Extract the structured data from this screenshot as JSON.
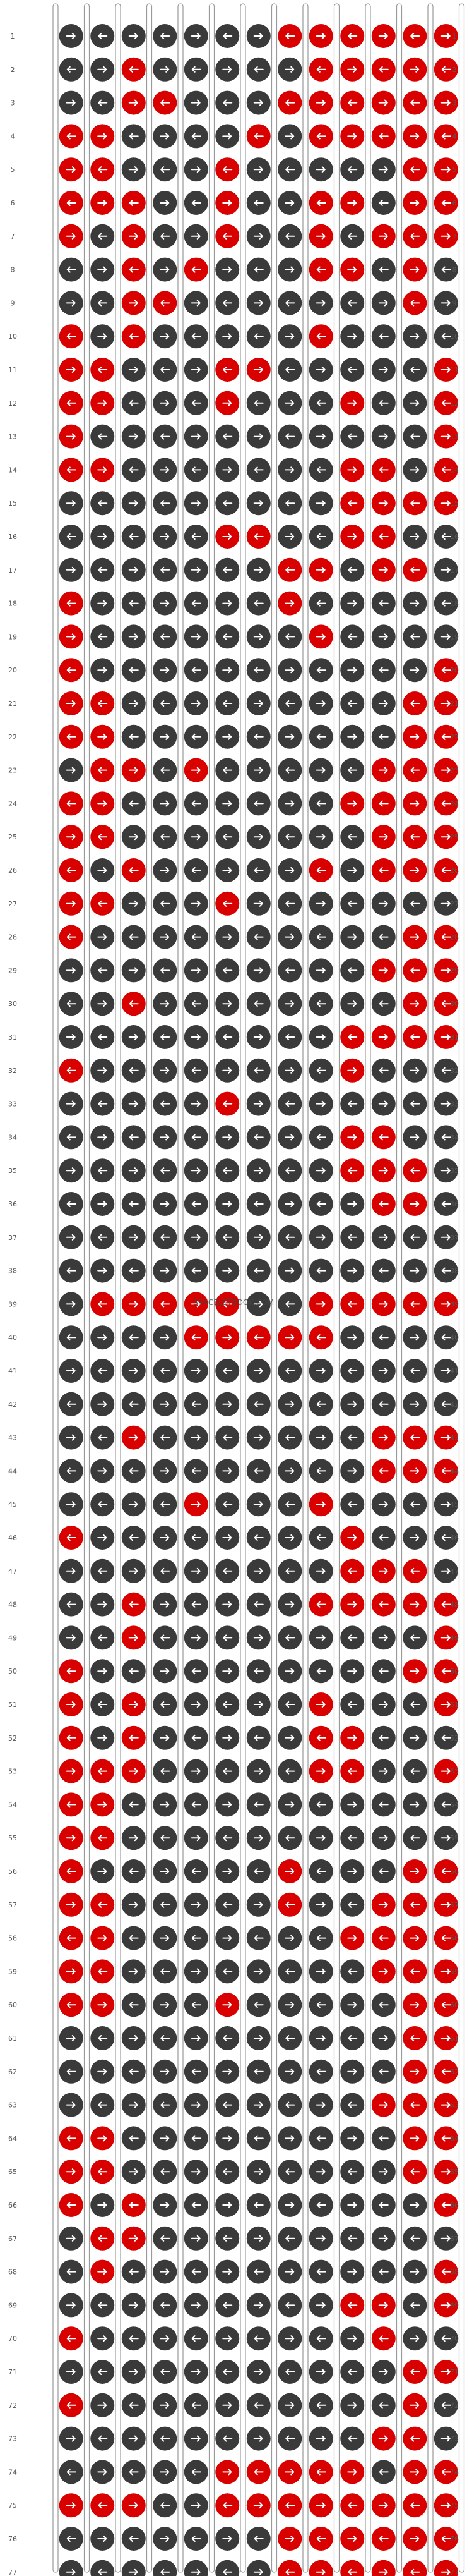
{
  "watermark": "BRACELETBOOK.COM",
  "colors": {
    "background": "#ffffff",
    "dark": "#3a3a3a",
    "red": "#d90000",
    "strand_edge": "#9a9a9a",
    "strand_fill": "#ffffff",
    "row_number": "#555555"
  },
  "strand_count": 14,
  "knot_columns": 13,
  "rows": 77,
  "pattern": [
    "DDDDDDDRRRRRR",
    "DDRDDDDDRRRRR",
    "DDRRDDDRRRRRR",
    "RRDDDDRDRRRRR",
    "RRDDDRDDDDDRR",
    "RRRDDRDDRRDRR",
    "RDRDDRDDRDRRR",
    "DDRDRDDDRRDRD",
    "DDRRDDDDDDDRD",
    "RDRDDDDDRDDDD",
    "RRDDDRRDDDDDR",
    "RRDDDRDDDRDDR",
    "RDDDDDDDDDDDR",
    "RRDDDDDDDRRDR",
    "DDDDDDDDDRRRR",
    "DDDDDRRDDRRDD",
    "DDDDDDDRRDRRD",
    "RDDDDDDRDDDDD",
    "RDDDDDDDRDDDD",
    "RDDDDDDDDDDDR",
    "RRDDDDDDDDDRR",
    "RRDDDDDDDDDRR",
    "DRRDRDDDDDRRR",
    "RRDDDDDDDRRRR",
    "RRDDDDDDDDRRR",
    "RDRDDDDDRDRRR",
    "RRDDDRDDDDDDD",
    "RDDDDDDDDDDRR",
    "DDDDDDDDDDRRR",
    "DDRDDDDDDDDRR",
    "DDDDDDDDDRRRR",
    "RDDDDDDDDRDDD",
    "DDDDDRDDDDDDD",
    "DDDDDDDDDRRDD",
    "DDDDDDDDDRRRD",
    "DDDDDDDDDDRRD",
    "DDDDDDDDDDDDD",
    "DDDDDDDDDDDDD",
    "DRRRRRDDRRRRR",
    "DDDDRRRRRDDDD",
    "DDDDDDDDDDDDD",
    "DDDDDDDDDDDDD",
    "DDRDDDDDDDRRR",
    "DDDDDDDDDDRRR",
    "DDDDRDDDRDDDD",
    "RDDDDDDDDRDDD",
    "DDDDDDDDDRRRD",
    "DDRDDDDDRRRRR",
    "DDRDDDDDDDDDR",
    "RDDDDDDDDDDRR",
    "RDRDDDDDRDDDR",
    "RDRDDDDDRRDDD",
    "RRRDDDDDRRDDR",
    "RRDDDDDDDDDDD",
    "RRDDDDDDDDDDD",
    "RDDDDDDRDDDRR",
    "RRDDDDDRDDRRR",
    "RRDDDDDDDRRRR",
    "RRDDDDDDDDRRR",
    "RRDDDRDDDDDRR",
    "DDDDDDDDDDDRR",
    "DDDDDDDDDDDRR",
    "DDDDDDDDDDRRR",
    "RRDDDDDDDDDRR",
    "RRDDDDDDDDDRR",
    "RDRDDDDDDDDDR",
    "DRRDDDDDDDDDD",
    "DRDDDDDDDDDDR",
    "DDDDDDDDDRRDR",
    "RDDDDDDDDDRDD",
    "DDDDDDDDDDDRR",
    "RDDDDDDDDDDRD",
    "DDDDDDDDDDRRD",
    "DDDDDRRRRRDRR",
    "RRRDDRRRRRRRR",
    "DDDDDDDRRRRRR",
    "DDDDDDDRRRRRR"
  ]
}
